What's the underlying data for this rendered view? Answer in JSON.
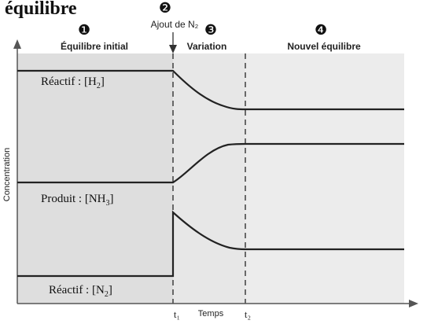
{
  "chart_data": {
    "type": "line",
    "title": "équilibre",
    "ylabel": "Concentration",
    "xlabel": "Temps",
    "x_ticks": [
      "t₁",
      "t₂"
    ],
    "phases": [
      {
        "number": "❶",
        "label": "Équilibre initial"
      },
      {
        "number": "❷",
        "label": "Ajout de N₂"
      },
      {
        "number": "❸",
        "label": "Variation"
      },
      {
        "number": "❹",
        "label": "Nouvel équilibre"
      }
    ],
    "series": [
      {
        "name": "Réactif : [H₂]",
        "label_parts": [
          "Réactif : [H",
          "2",
          "]"
        ]
      },
      {
        "name": "Produit : [NH₃]",
        "label_parts": [
          "Produit : [NH",
          "3",
          "]"
        ]
      },
      {
        "name": "Réactif : [N₂]",
        "label_parts": [
          "Réactif : [N",
          "2",
          "]"
        ]
      }
    ],
    "colors": {
      "shaded_region": "#e4e4e4",
      "curve": "#222222",
      "axis": "#555555"
    }
  }
}
